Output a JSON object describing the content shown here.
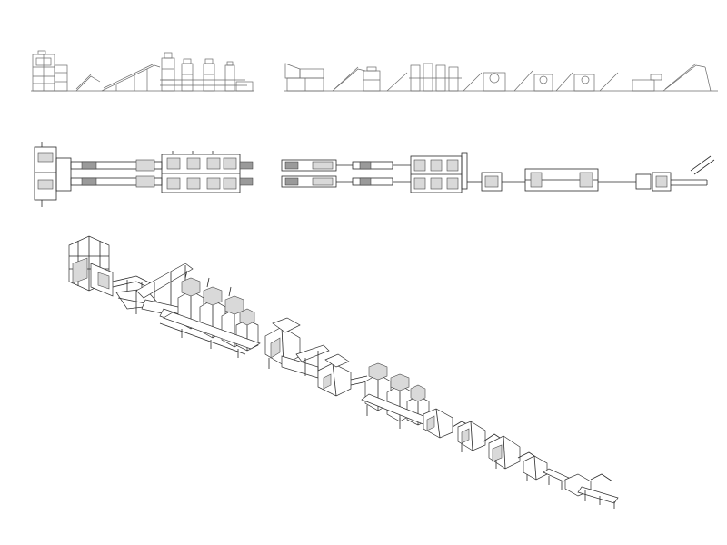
{
  "figure": {
    "background": "#ffffff",
    "line_color": "#333333",
    "views": [
      {
        "id": "elevation-left",
        "kind": "side-elevation",
        "modules": [
          "tower",
          "incline-conveyor",
          "mixer",
          "mixer",
          "mixer",
          "mixer",
          "outfeed"
        ]
      },
      {
        "id": "elevation-right",
        "kind": "side-elevation",
        "modules": [
          "hopper",
          "incline-conveyor",
          "press",
          "incline-conveyor",
          "mixer-bank",
          "incline-conveyor",
          "drum",
          "incline-conveyor",
          "drum",
          "incline-conveyor",
          "drum",
          "incline-conveyor",
          "table",
          "incline-conveyor"
        ]
      },
      {
        "id": "plan-left",
        "kind": "top-plan",
        "modules": [
          "tower",
          "twin-conveyor",
          "mixer-bank",
          "outfeed"
        ]
      },
      {
        "id": "plan-right",
        "kind": "top-plan",
        "modules": [
          "twin-conveyor",
          "press",
          "mixer-bank",
          "unit",
          "long-unit",
          "unit",
          "unit",
          "incline-conveyor"
        ]
      },
      {
        "id": "isometric-upper",
        "kind": "isometric"
      },
      {
        "id": "isometric-lower",
        "kind": "isometric"
      }
    ]
  }
}
